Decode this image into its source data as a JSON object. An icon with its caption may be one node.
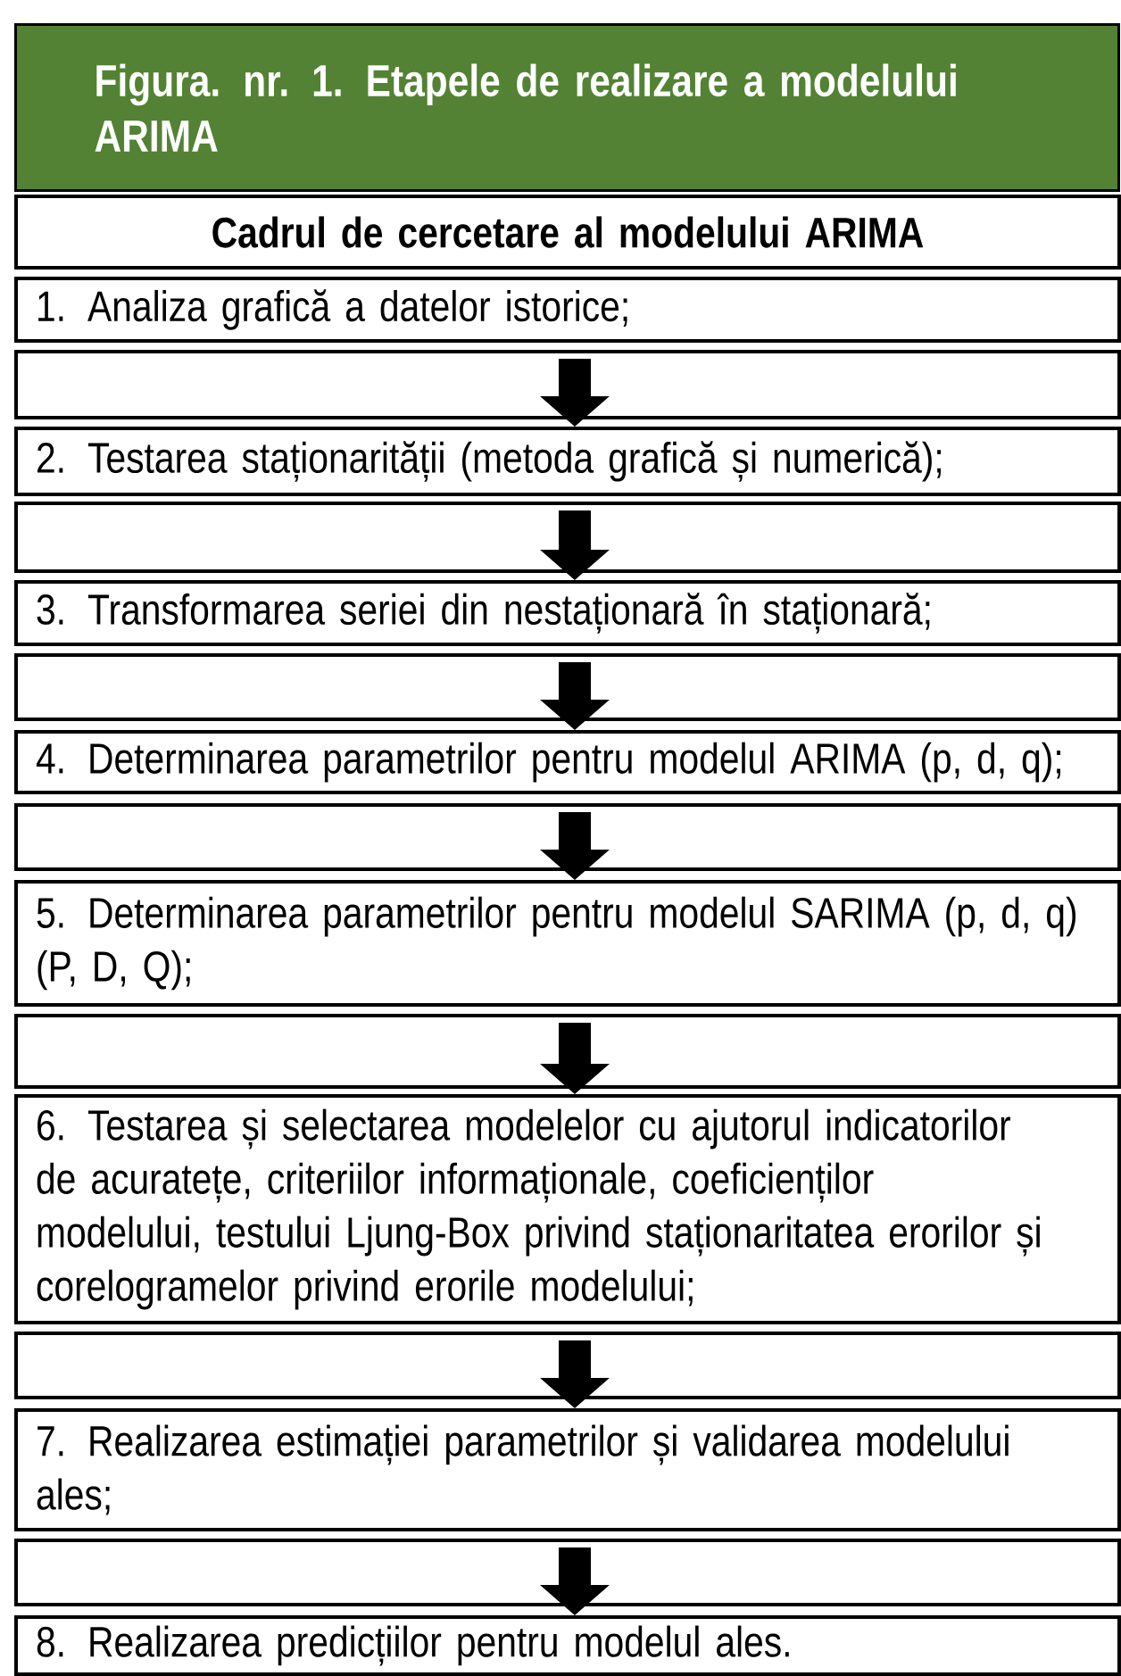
{
  "diagram": {
    "title": "Figura. nr. 1. Etapele de realizare a modelului ARIMA",
    "nodes": [
      {
        "text": [
          "Cadrul de cercetare al modelului ARIMA"
        ]
      },
      {
        "text": [
          "1. Analiza grafică a datelor istorice;"
        ]
      },
      {
        "text": [],
        "shape": "box"
      },
      {
        "text": [
          "2. Testarea staționarității (metoda grafică și numerică);"
        ]
      },
      {
        "text": [],
        "shape": "box"
      },
      {
        "text": [
          "3. Transformarea seriei din nestaționară în staționară;"
        ]
      },
      {
        "text": [],
        "shape": "box"
      },
      {
        "text": [
          "4. Determinarea parametrilor pentru modelul ARIMA (p, d, q);"
        ]
      },
      {
        "text": [],
        "shape": "box"
      },
      {
        "text": [
          "5. Determinarea parametrilor pentru modelul SARIMA (p, d, q) (P, D, Q);"
        ]
      },
      {
        "text": [],
        "shape": "box"
      },
      {
        "text": [
          "6. Testarea și selectarea modelelor cu ajutorul indicatorilor de acuratețe, criteriilor informaționale, coeficienților modelului, testului Ljung-Box privind staționaritatea erorilor și corelogramelor privind erorile modelului;"
        ]
      },
      {
        "text": [],
        "shape": "box"
      },
      {
        "text": [
          "7. Realizarea estimației parametrilor și validarea modelului ales;"
        ]
      },
      {
        "text": [],
        "shape": "box"
      },
      {
        "text": [
          "8. Realizarea predicțiilor pentru modelul ales."
        ]
      }
    ],
    "edges": [
      {
        "from": 2,
        "to": 3,
        "arrow": "to"
      },
      {
        "from": 4,
        "to": 5,
        "arrow": "to"
      },
      {
        "from": 6,
        "to": 7,
        "arrow": "to"
      },
      {
        "from": 8,
        "to": 9,
        "arrow": "to"
      },
      {
        "from": 10,
        "to": 11,
        "arrow": "to"
      },
      {
        "from": 12,
        "to": 13,
        "arrow": "to"
      },
      {
        "from": 14,
        "to": 15,
        "arrow": "to"
      }
    ]
  }
}
